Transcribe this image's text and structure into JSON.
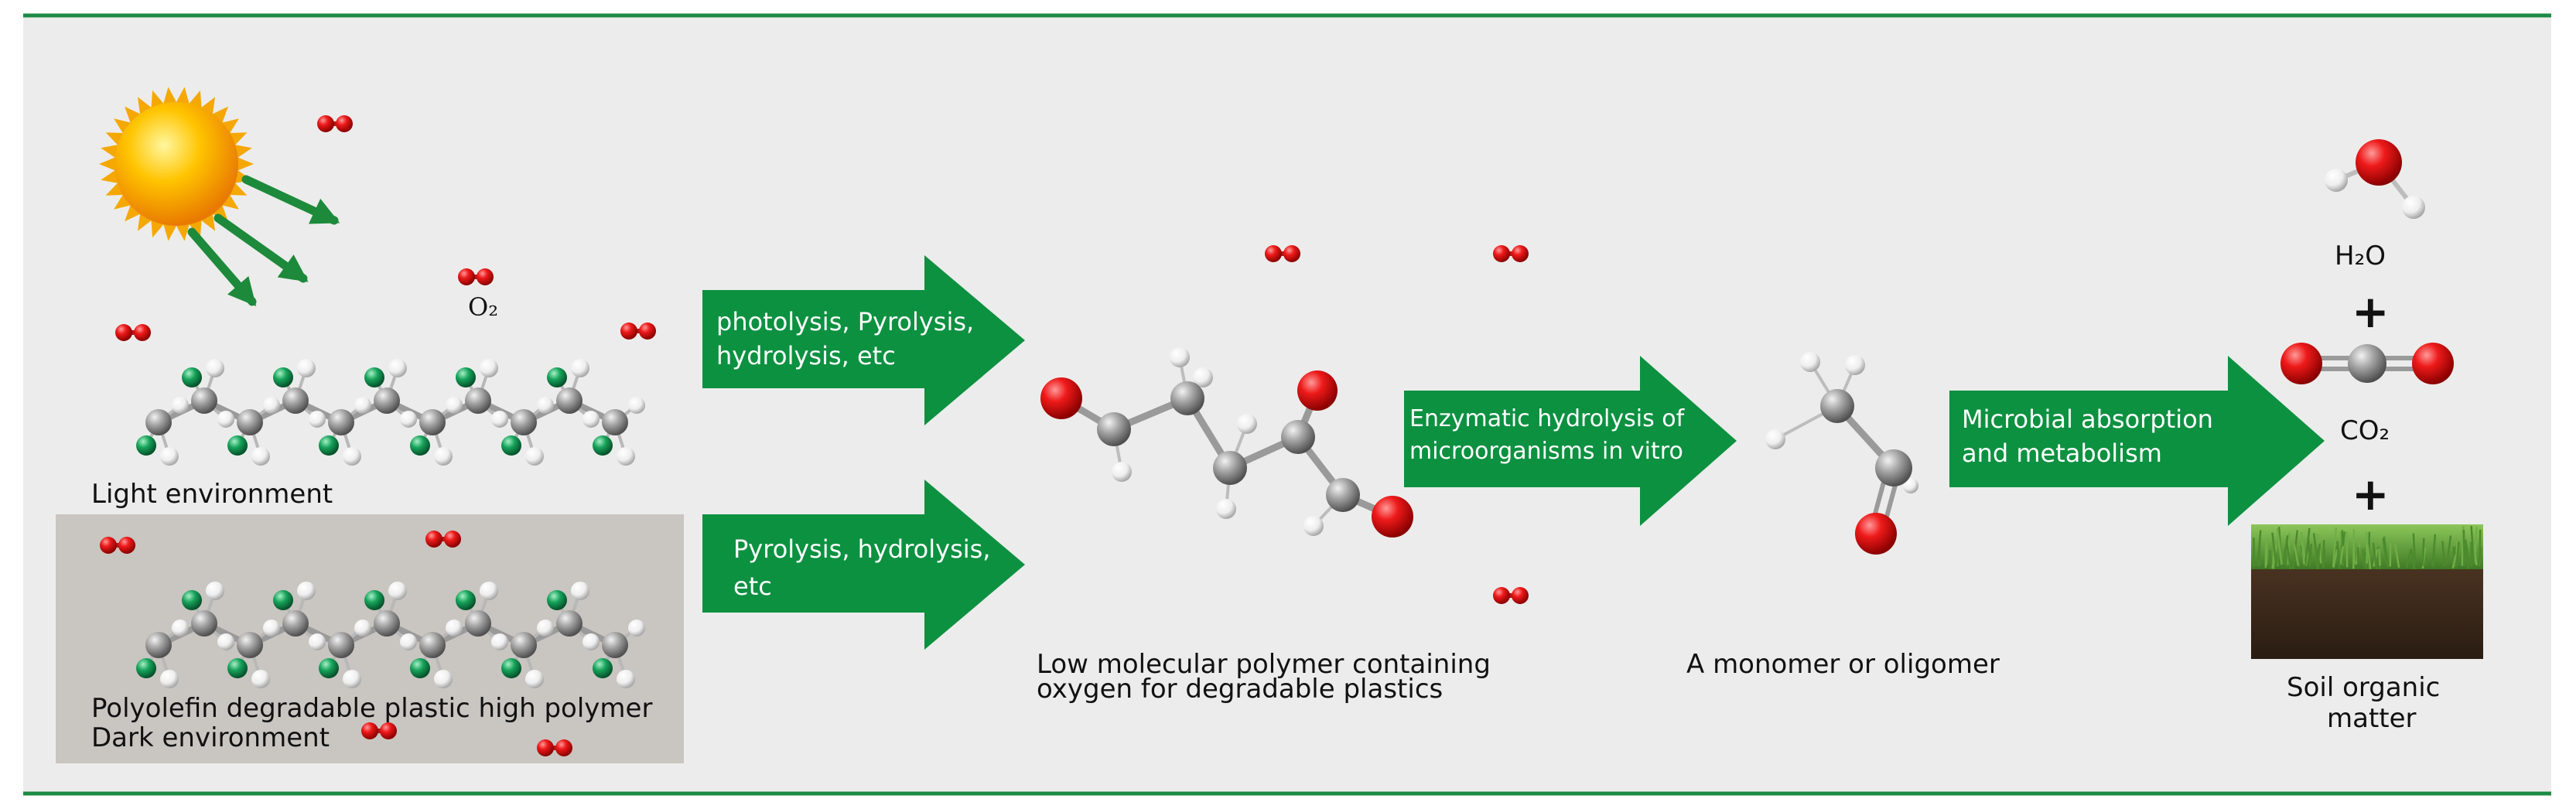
{
  "labels": {
    "o2": "O₂",
    "light_environment": "Light environment",
    "polyolefin_line1": "Polyolefin degradable plastic high polymer",
    "dark_environment": "Dark environment",
    "intermediate_line1": "Low molecular polymer containing",
    "intermediate_line2": "oxygen for degradable plastics",
    "monomer": "A monomer or oligomer",
    "h2o": "H₂O",
    "co2": "CO₂",
    "soil_line1": "Soil organic",
    "soil_line2": "matter",
    "plus_1": "+",
    "plus_2": "+"
  },
  "arrows": {
    "light_line1": "photolysis, Pyrolysis,",
    "light_line2": "hydrolysis, etc",
    "dark_line1": "Pyrolysis, hydrolysis,",
    "dark_line2": "etc",
    "enzymatic_line1": "Enzymatic hydrolysis of",
    "enzymatic_line2": "microorganisms in vitro",
    "microbial_line1": "Microbial absorption",
    "microbial_line2": "and metabolism"
  },
  "colors": {
    "frame_line": "#1d8a43",
    "arrow_green": "#0c9140",
    "panel_background": "#ececec",
    "dark_box": "#c9c5c1",
    "oxygen_red": "#e01010",
    "carbon_grey": "#8e8e8e",
    "hydrogen_white": "#f4f4f4",
    "chlorine_green": "#14a25a",
    "sun_yellow": "#ffc300",
    "soil_brown": "#3d2a1c",
    "grass_green": "#5e9c3a"
  }
}
